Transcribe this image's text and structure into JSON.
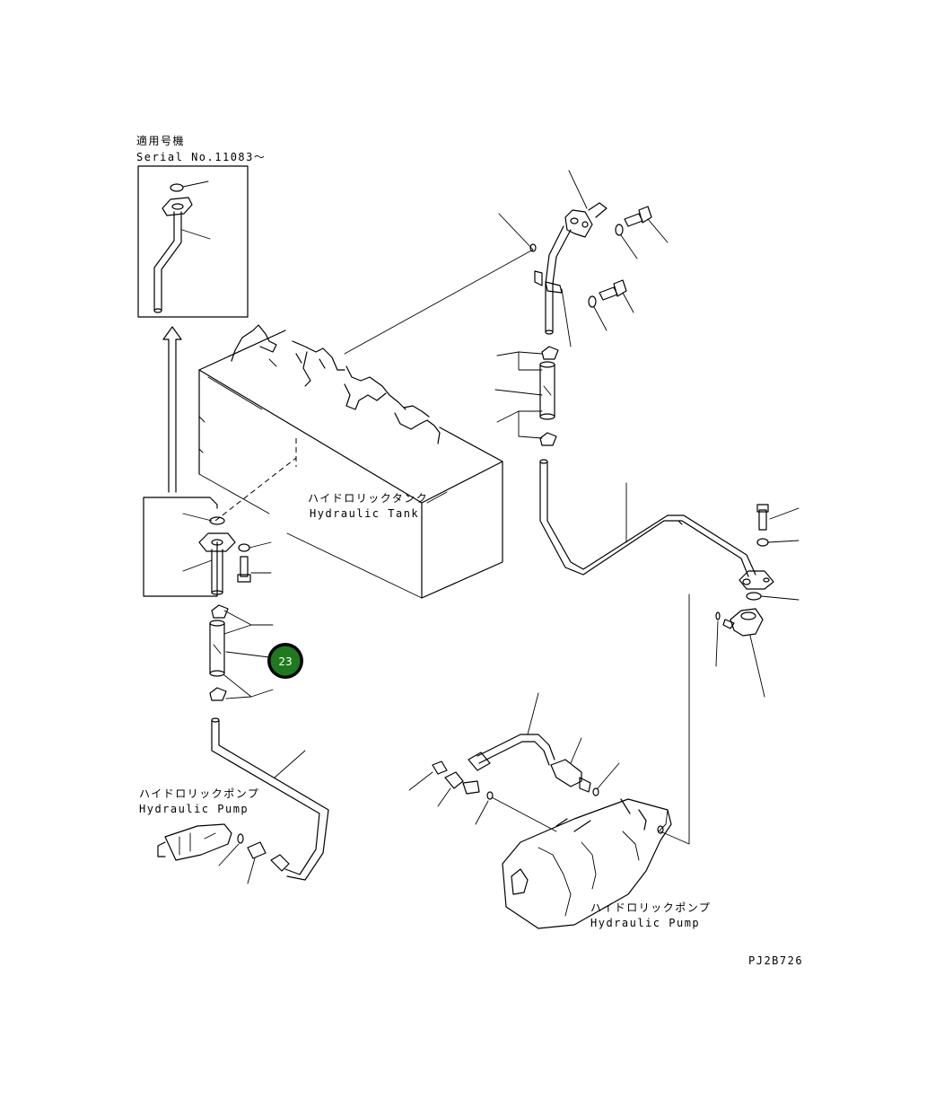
{
  "diagram": {
    "inset": {
      "label_ja": "適用号機",
      "label_serial": "Serial No.11083～"
    },
    "tank": {
      "label_ja": "ハイドロリックタンク",
      "label_en": "Hydraulic Tank"
    },
    "pump_left": {
      "label_ja": "ハイドロリックポンプ",
      "label_en": "Hydraulic Pump"
    },
    "pump_right": {
      "label_ja": "ハイドロリックポンプ",
      "label_en": "Hydraulic Pump"
    },
    "highlight": {
      "number": "23",
      "color": "#1f7a1f"
    },
    "drawing_code": "PJ2B726"
  }
}
